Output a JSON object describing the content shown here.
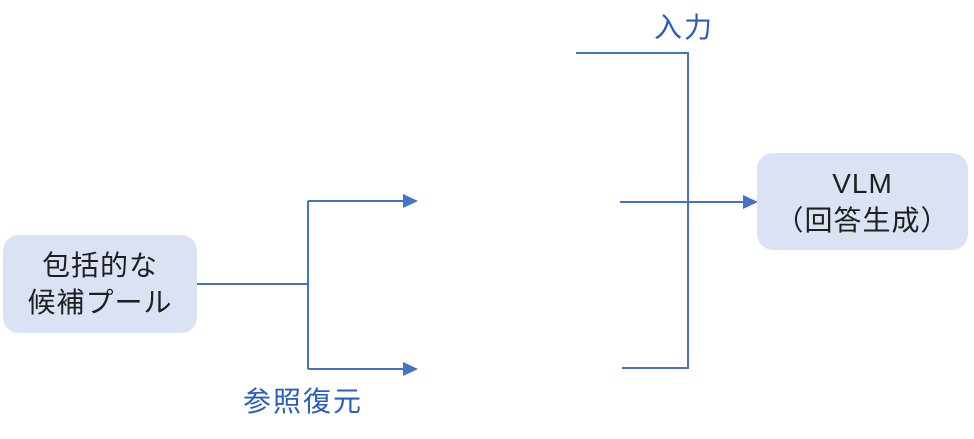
{
  "diagram": {
    "nodes": {
      "candidate_pool": {
        "line1": "包括的な",
        "line2": "候補プール"
      },
      "vlm": {
        "line1": "VLM",
        "line2": "（回答生成）"
      }
    },
    "labels": {
      "input": "入力",
      "reference_restoration": "参照復元"
    },
    "colors": {
      "line": "#4472C4",
      "label_text": "#2A5BC6",
      "node_fill": "#DAE2F4",
      "node_text": "#1F1F1F",
      "background": "#FFFFFF"
    }
  }
}
